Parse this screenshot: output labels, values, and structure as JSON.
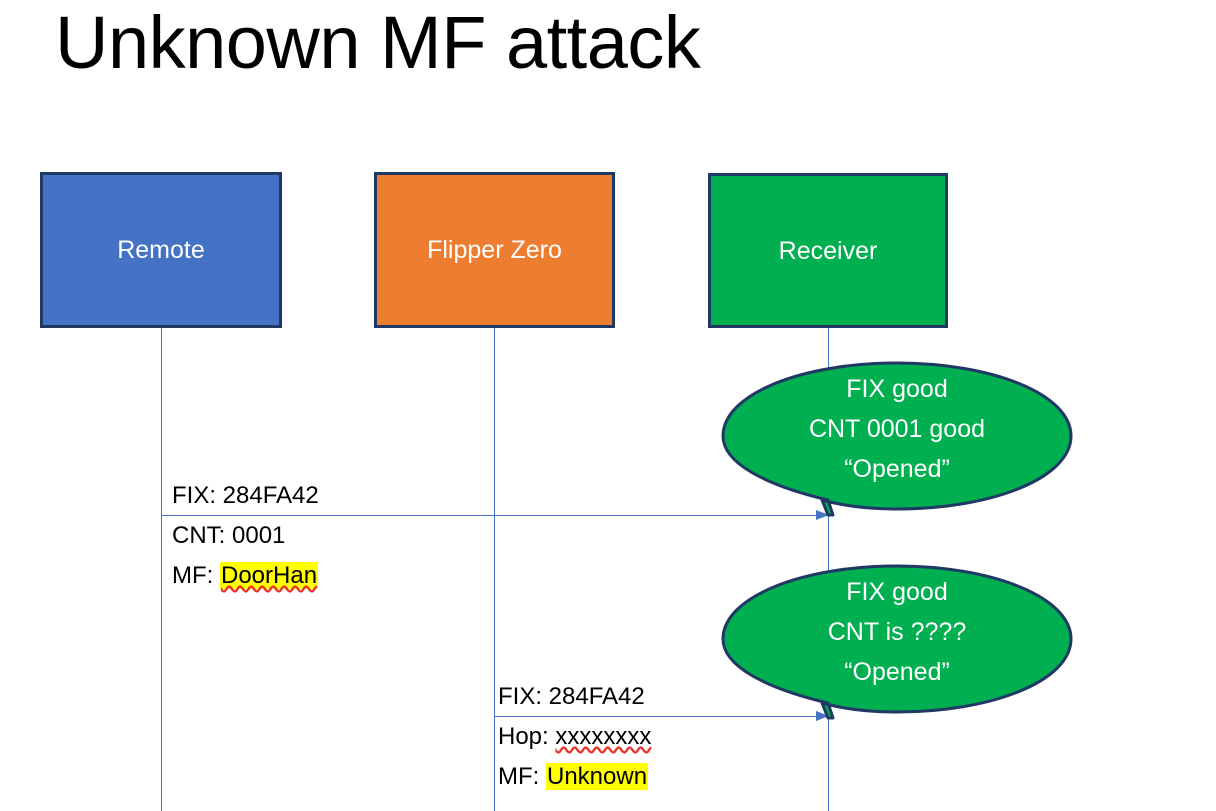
{
  "slide": {
    "title": "Unknown MF attack",
    "background": "#ffffff"
  },
  "colors": {
    "remote_blue": "#4472C4",
    "flipper_orange": "#ED7D31",
    "receiver_green": "#00B050",
    "box_border": "#1F3864",
    "lifeline_blue": "#4472C4",
    "highlight_yellow": "#FFFF00",
    "spellcheck_red": "#E8332A",
    "bubble_text": "#ffffff"
  },
  "lanes": [
    {
      "id": "remote",
      "label": "Remote",
      "fill": "#4472C4"
    },
    {
      "id": "flipper",
      "label": "Flipper Zero",
      "fill": "#ED7D31"
    },
    {
      "id": "receiver",
      "label": "Receiver",
      "fill": "#00B050"
    }
  ],
  "messages": [
    {
      "id": "msg-1",
      "from": "remote",
      "to": "receiver",
      "line_1": "FIX: 284FA42",
      "line_2": "CNT: 0001",
      "line_3_prefix": "MF: ",
      "line_3_value": "DoorHan",
      "line_3_highlighted": true,
      "line_3_spellchecked": true
    },
    {
      "id": "msg-2",
      "from": "flipper",
      "to": "receiver",
      "line_1": "FIX: 284FA42",
      "line_2_prefix": "Hop: ",
      "line_2_value": "xxxxxxxx",
      "line_2_spellchecked": true,
      "line_3_prefix": "MF: ",
      "line_3_value": "Unknown",
      "line_3_highlighted": true
    }
  ],
  "callouts": [
    {
      "id": "callout-1",
      "line_1": "FIX good",
      "line_2": "CNT 0001 good",
      "line_3": "“Opened”",
      "fill": "#00B050"
    },
    {
      "id": "callout-2",
      "line_1": "FIX good",
      "line_2": "CNT is ????",
      "line_3": "“Opened”",
      "fill": "#00B050"
    }
  ]
}
